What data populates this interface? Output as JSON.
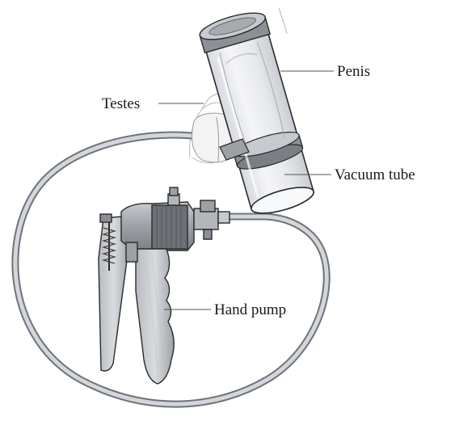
{
  "labels": {
    "penis": "Penis",
    "testes": "Testes",
    "vacuum_tube": "Vacuum tube",
    "hand_pump": "Hand pump"
  },
  "colors": {
    "line": "#2a2a2a",
    "tube_fill": "#e9ebef",
    "ring_dark": "#8c9096",
    "ring_light": "#c7cbd0",
    "hose_outer": "#6f7378",
    "hose_inner": "#d3d6da",
    "pump_body": "#a9adb2",
    "pump_dark": "#5d6166",
    "pump_light": "#d8dbdf",
    "skin_line": "#9a9a9a"
  }
}
